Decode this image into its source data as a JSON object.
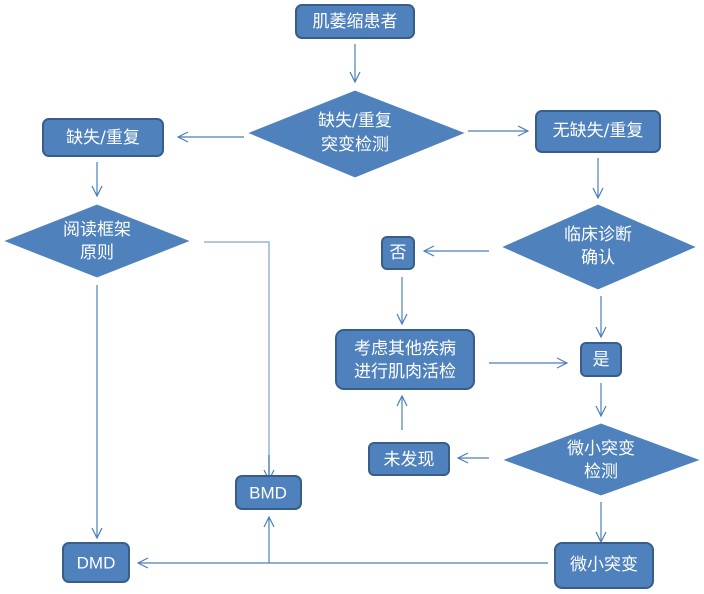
{
  "nodes": {
    "start": "肌萎缩患者",
    "del_dup_test": [
      "缺失/重复",
      "突变检测"
    ],
    "del_dup": "缺失/重复",
    "no_del_dup": "无缺失/重复",
    "reading_frame": [
      "阅读框架",
      "原则"
    ],
    "clinical_confirm": [
      "临床诊断",
      "确认"
    ],
    "no": "否",
    "yes": "是",
    "consider_biopsy": [
      "考虑其他疾病",
      "进行肌肉活检"
    ],
    "micro_test": [
      "微小突变",
      "检测"
    ],
    "not_found": "未发现",
    "micro": "微小突变",
    "bmd": "BMD",
    "dmd": "DMD"
  },
  "colors": {
    "node_fill": "#4f81bd",
    "node_border": "#385d8a",
    "connector": "#4a7ebb",
    "text": "#ffffff"
  }
}
